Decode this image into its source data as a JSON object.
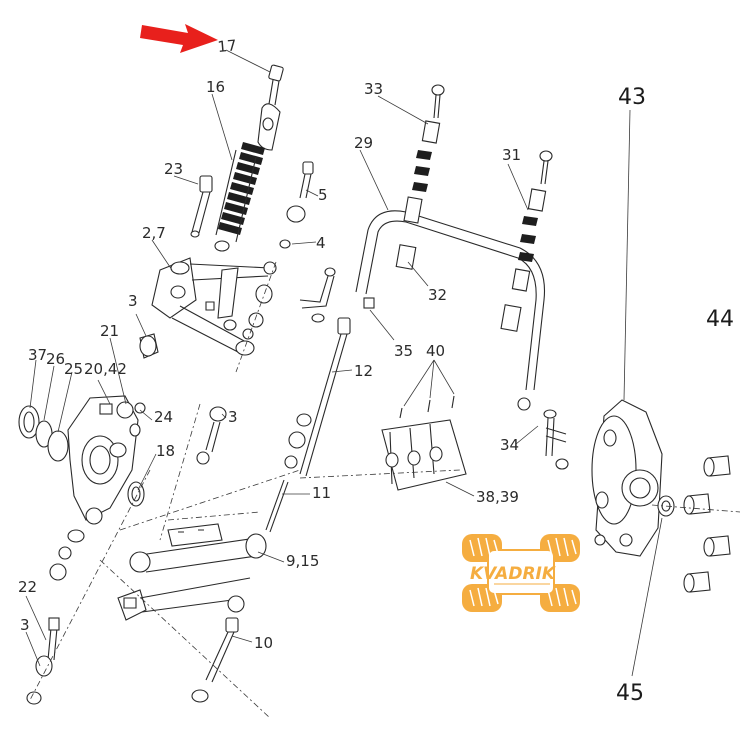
{
  "labels": {
    "l17": "17",
    "l16": "16",
    "l23": "23",
    "l5": "5",
    "l4": "4",
    "l27": "2,7",
    "l3a": "3",
    "l21": "21",
    "l37": "37",
    "l26": "26",
    "l25": "25",
    "l2042": "20,42",
    "l24": "24",
    "l3b": "3",
    "l18": "18",
    "l12": "12",
    "l11": "11",
    "l915": "9,15",
    "l22": "22",
    "l3c": "3",
    "l10": "10",
    "l33": "33",
    "l29": "29",
    "l31": "31",
    "l32": "32",
    "l35": "35",
    "l40": "40",
    "l34": "34",
    "l3839": "38,39",
    "l43": "43",
    "l44": "44",
    "l45": "45"
  },
  "logo": {
    "name": "KVADRIK"
  },
  "colors": {
    "arrow": "#e8201c",
    "logo": "#f4a52c",
    "line": "#2a2a2a"
  },
  "pointer": {
    "icon": "red-arrow-icon",
    "target_label": "17"
  }
}
